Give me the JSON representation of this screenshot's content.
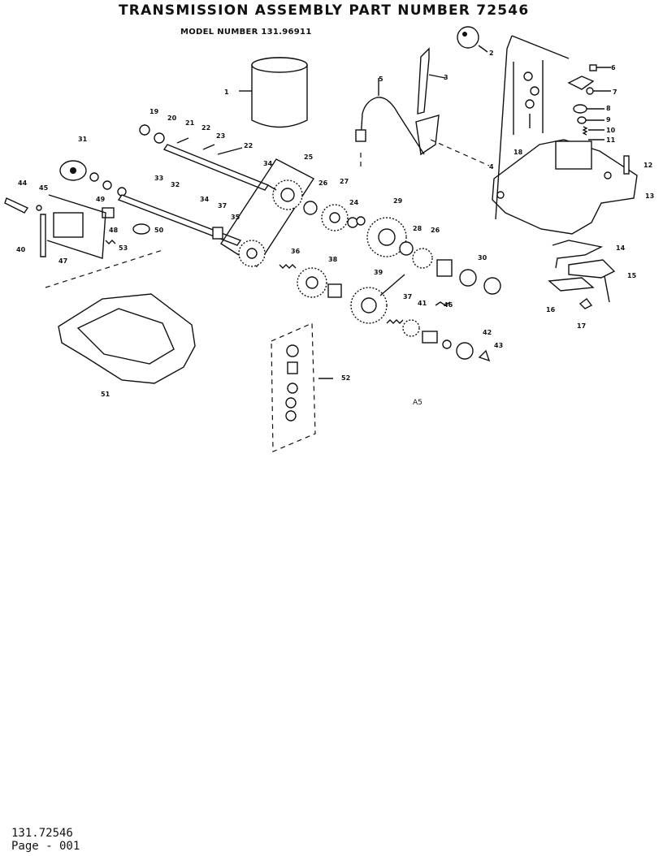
{
  "header": {
    "title": "TRANSMISSION ASSEMBLY PART NUMBER 72546",
    "model": "MODEL NUMBER 131.96911"
  },
  "callouts": [
    "1",
    "2",
    "3",
    "4",
    "5",
    "6",
    "7",
    "8",
    "9",
    "10",
    "11",
    "12",
    "13",
    "14",
    "15",
    "16",
    "17",
    "18",
    "19",
    "20",
    "21",
    "22",
    "22",
    "23",
    "24",
    "25",
    "26",
    "26",
    "27",
    "28",
    "29",
    "30",
    "31",
    "32",
    "33",
    "34",
    "34",
    "35",
    "36",
    "37",
    "37",
    "38",
    "39",
    "40",
    "41",
    "42",
    "43",
    "44",
    "45",
    "46",
    "47",
    "48",
    "49",
    "50",
    "51",
    "52",
    "53"
  ],
  "stamp": "A5",
  "footer": {
    "line1": "131.72546",
    "line2": "Page - 001"
  }
}
